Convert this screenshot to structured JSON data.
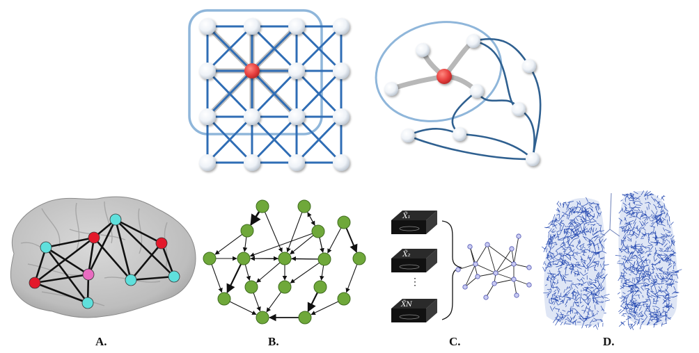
{
  "panels": {
    "a": {
      "label": "A."
    },
    "b": {
      "label": "B."
    },
    "c": {
      "label": "C.",
      "slices": [
        "X̃₁",
        "X̃₂",
        "X̃N"
      ],
      "ellipsis": "⋮"
    },
    "d": {
      "label": "D."
    }
  },
  "colors": {
    "grid_edge": "#2f6db5",
    "neighbor_edge": "#b8b8b8",
    "highlight_ring": "#8fb6da",
    "center_node": "#e8403f",
    "node_white": "#f4f6f9",
    "brain_red": "#e3192b",
    "brain_cyan": "#5fe0dc",
    "brain_pink": "#e86cc0",
    "digraph_green": "#6fa83a",
    "lung_blue": "#2448b0"
  }
}
